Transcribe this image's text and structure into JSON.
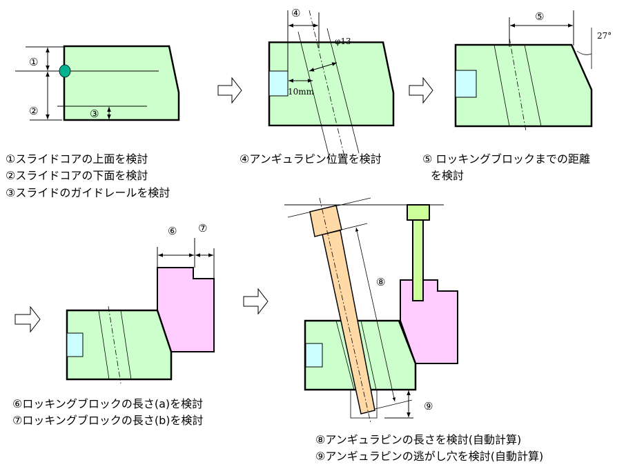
{
  "colors": {
    "slide_core": "#ccffcc",
    "insert": "#ccffff",
    "locking_block": "#ffccff",
    "angular_pin": "#ffd9a6",
    "bolt": "#ccff99",
    "marker": "#00b38f"
  },
  "step1": {
    "marker1": "①",
    "marker2": "②",
    "marker3": "③",
    "captions": [
      "①スライドコアの上面を検討",
      "②スライドコアの下面を検討",
      "③スライドのガイドレールを検討"
    ]
  },
  "step2": {
    "marker": "④",
    "diameter": "φ13",
    "offset": "10mm",
    "caption": "④アンギュラピン位置を検討"
  },
  "step3": {
    "marker": "⑤",
    "angle": "27°",
    "captions": [
      "⑤ ロッキングブロックまでの距離",
      "を検討"
    ]
  },
  "step4": {
    "marker6": "⑥",
    "marker7": "⑦",
    "captions": [
      "⑥ロッキングブロックの長さ(a)を検討",
      "⑦ロッキングブロックの長さ(b)を検討"
    ]
  },
  "step5": {
    "marker8": "⑧",
    "marker9": "⑨",
    "captions": [
      "⑧アンギュラピンの長さを検討(自動計算)",
      "⑨アンギュラピンの逃がし穴を検討(自動計算)"
    ]
  }
}
